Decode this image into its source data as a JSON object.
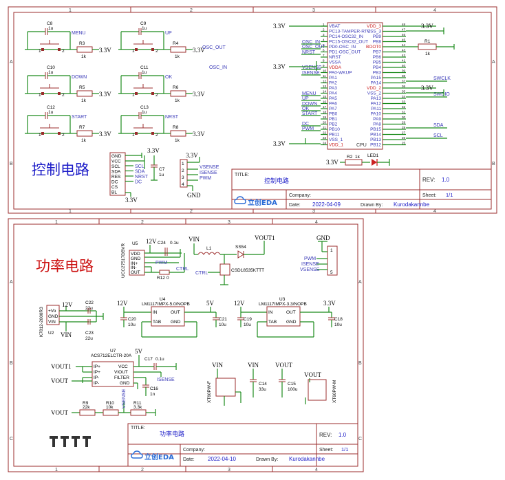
{
  "sheets": [
    {
      "heading": "控制电路",
      "title_label": "TITLE:",
      "title": "控制电路",
      "rev_label": "REV:",
      "rev": "1.0",
      "company_label": "Company:",
      "sheet_label": "Sheet:",
      "sheet": "1/1",
      "date_label": "Date:",
      "date": "2022-04-09",
      "drawn_label": "Drawn By:",
      "drawn_by": "Kurodakannbe",
      "logo": "立创EDA"
    },
    {
      "heading": "功率电路",
      "title_label": "TITLE:",
      "title": "功率电路",
      "rev_label": "REV:",
      "rev": "1.0",
      "company_label": "Company:",
      "sheet_label": "Sheet:",
      "sheet": "1/1",
      "date_label": "Date:",
      "date": "2022-04-10",
      "drawn_label": "Drawn By:",
      "drawn_by": "Kurodakannbe",
      "logo": "立创EDA"
    }
  ],
  "ruler": {
    "top_cols": [
      "1",
      "2",
      "3",
      "4"
    ],
    "rows_top": [
      "A",
      "B"
    ],
    "rows_bottom": [
      "A",
      "B",
      "C"
    ]
  },
  "control": {
    "buttons": [
      {
        "cap": "C8",
        "cap_val": "1u",
        "net": "MENU",
        "res": "R3",
        "res_val": "1k"
      },
      {
        "cap": "C9",
        "cap_val": "1u",
        "net": "UP",
        "res": "R4",
        "res_val": "1k"
      },
      {
        "cap": "C10",
        "cap_val": "1u",
        "net": "DOWN",
        "res": "R5",
        "res_val": "1k"
      },
      {
        "cap": "C11",
        "cap_val": "1u",
        "net": "OK",
        "res": "R6",
        "res_val": "1k"
      },
      {
        "cap": "C12",
        "cap_val": "1u",
        "net": "START",
        "res": "R7",
        "res_val": "1k"
      },
      {
        "cap": "C13",
        "cap_val": "1u",
        "net": "NRST",
        "res": "R8",
        "res_val": "1k"
      }
    ],
    "supply": "3.3V",
    "osc_out": "OSC_OUT",
    "osc_in": "OSC_IN",
    "oled_pins": [
      "GND",
      "VCC",
      "SCL",
      "SDA",
      "RES",
      "DC",
      "CS",
      "BL"
    ],
    "oled_nets": [
      "SCL",
      "SDA",
      "NRST",
      "DC"
    ],
    "c7": "C7",
    "c7_val": "1u",
    "conn_nets": [
      "VSENSE",
      "ISENSE",
      "PWM"
    ],
    "gnd": "GND",
    "mcu_label": "CPU",
    "mcu_left_pins": [
      "VBAT",
      "PC13-TAMPER-RTC",
      "PC14-OSC32_IN",
      "PC15-OSC32_OUT",
      "PD0-OSC_IN",
      "PD1-OSC_OUT",
      "NRST",
      "VSSA",
      "VDDA",
      "PA0-WKUP",
      "PA1",
      "PA2",
      "PA3",
      "PA4",
      "PA5",
      "PA6",
      "PA7",
      "PB0",
      "PB1",
      "PB2",
      "PB10",
      "PB11",
      "VSS_1",
      "VDD_1"
    ],
    "mcu_right_pins": [
      "VDD_3",
      "VSS_3",
      "PB9",
      "PB8",
      "BOOT0",
      "PB7",
      "PB6",
      "PB5",
      "PB4",
      "PB3",
      "PA15",
      "PA14",
      "VDD_2",
      "VSS_2",
      "PA13",
      "PA12",
      "PA11",
      "PA10",
      "PA9",
      "PA8",
      "PB15",
      "PB14",
      "PB13",
      "PB12"
    ],
    "mcu_left_nets": [
      "OSC_IN",
      "OSC_OUT",
      "NRST",
      "VSENSE",
      "ISENSE",
      "MENU",
      "UP",
      "DOWN",
      "OK",
      "START",
      "DC",
      "PWM"
    ],
    "mcu_right_nets": [
      "SWCLK",
      "SWDIO",
      "SDA",
      "SCL"
    ],
    "r1": "R1",
    "r1_val": "1k",
    "r2": "R2",
    "r2_val": "1k",
    "led1": "LED1"
  },
  "power": {
    "u5": "U5",
    "u5_part": "UCC27517DBVR",
    "u5_pins": [
      "VDD",
      "GND",
      "IN+",
      "IN-",
      "OUT"
    ],
    "u5_nets": [
      "PWM",
      "CTRL"
    ],
    "c24": "C24",
    "c24_val": "0.1u",
    "r12": "R12",
    "r12_val": "0",
    "v12": "12V",
    "vin": "VIN",
    "l1": "L1",
    "ss54": "SS54",
    "vout1": "VOUT1",
    "mosfet": "CSD18535KTTT",
    "ctrl": "CTRL",
    "gnd": "GND",
    "conn_nets": [
      "PWM",
      "ISENSE",
      "VSENSE"
    ],
    "u2_part": "K7812-2000R3",
    "u2": "U2",
    "u2_pins": [
      "+Vo",
      "GND",
      "VIN"
    ],
    "c22": "C22",
    "c22_val": "22u",
    "c23": "C23",
    "c23_val": "22u",
    "u4": "U4",
    "u4_part": "LM1117IMPX-5.0/NOPB",
    "u3": "U3",
    "u3_part": "LM1117IMPX-3.3/NOPB",
    "ldo_pins": [
      "IN",
      "OUT",
      "TAB",
      "GND"
    ],
    "v5": "5V",
    "v33": "3.3V",
    "c20": "C20",
    "c20_val": "10u",
    "c21": "C21",
    "c21_val": "10u",
    "c19": "C19",
    "c19_val": "10u",
    "c18": "C18",
    "c18_val": "10u",
    "u7": "U7",
    "u7_part": "ACS712ELCTR-20A",
    "u7_left": [
      "IP+",
      "IP+",
      "IP-",
      "IP-"
    ],
    "u7_right": [
      "VCC",
      "VIOUT",
      "FILTER",
      "GND"
    ],
    "vout": "VOUT",
    "vout1b": "VOUT1",
    "c17": "C17",
    "c17_val": "0.1u",
    "c16": "C16",
    "c16_val": "1n",
    "isense": "ISENSE",
    "vsense": "VSENSE",
    "r9": "R9",
    "r9_val": "22k",
    "r10": "R10",
    "r10_val": "10k",
    "r11": "R11",
    "r11_val": "3.3k",
    "xt60_in": "XT60PW-F",
    "xt60_out": "XT60PW-M",
    "c14": "C14",
    "c14_val": "33u",
    "c15": "C15",
    "c15_val": "100u"
  }
}
